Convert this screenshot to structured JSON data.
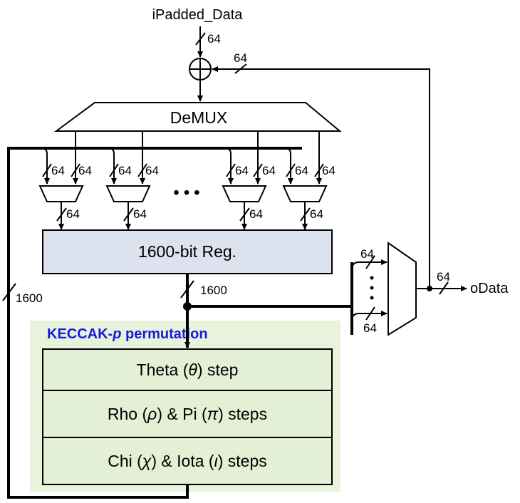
{
  "colors": {
    "line": "#000000",
    "register_fill": "#dde3ee",
    "permutation_bg": "#e8f3dc",
    "step_fill": "#e3f0d6",
    "title": "#1a1adb"
  },
  "labels": {
    "input": "iPadded_Data",
    "output": "oData",
    "demux": "DeMUX",
    "register": "1600-bit Reg.",
    "ellipsis_h": "• • •",
    "bus_in": "64",
    "bus_feedback": "64",
    "bus_out": "64",
    "bus_loop": "1600",
    "bus_reg_out": "1600",
    "demux_a": "64",
    "demux_b": "64",
    "mux_out": "64",
    "outmux_top": "64",
    "outmux_bottom": "64"
  },
  "permutation": {
    "title_prefix": "KECCAK-",
    "title_p": "p",
    "title_suffix": " permutation",
    "steps": [
      {
        "name": "Theta",
        "symbol": "θ",
        "suffix": "step"
      },
      {
        "name": "Rho",
        "symbol": "ρ",
        "mid": "& Pi",
        "symbol2": "π",
        "suffix": "steps"
      },
      {
        "name": "Chi",
        "symbol": "χ",
        "mid": "& Iota",
        "symbol2": "ι",
        "suffix": "steps"
      }
    ]
  }
}
